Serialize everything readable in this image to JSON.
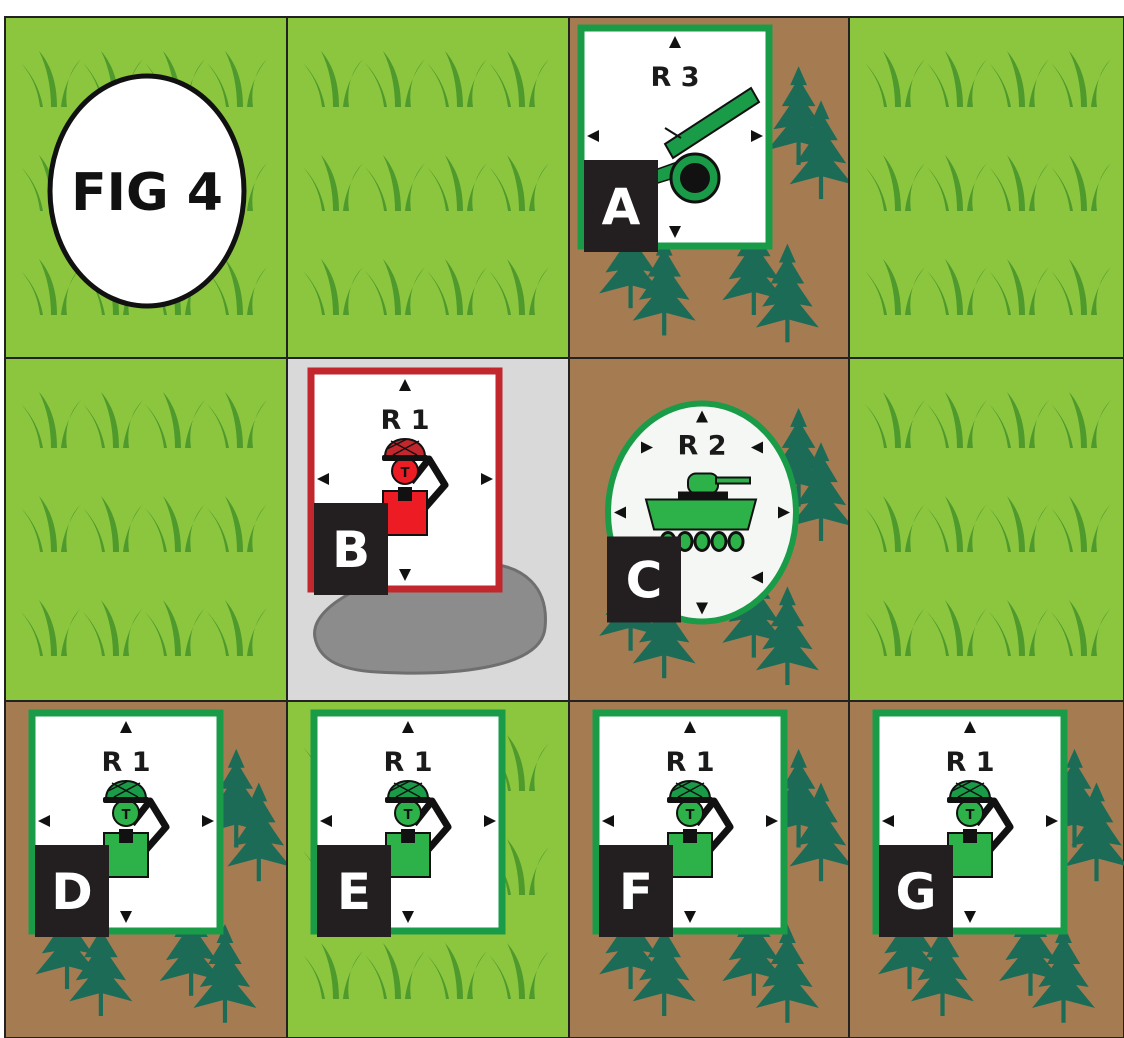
{
  "figure_label": "FIG 4",
  "colors": {
    "grass": "#8cc63f",
    "grass_blade": "#4f9a2c",
    "forest_ground": "#a57c52",
    "rock_tile": "#d9d9d9",
    "rock": "#8c8c8c",
    "player": "#1a9b48",
    "player_light": "#2db24a",
    "enemy": "#c1272d",
    "enemy_light": "#ed1c24",
    "label_box": "#231f20",
    "tree": "#1c6b57"
  },
  "grid": {
    "rows": [
      [
        "grass",
        "grass",
        "forest",
        "grass"
      ],
      [
        "grass",
        "rock",
        "forest",
        "grass"
      ],
      [
        "forest",
        "grass",
        "forest",
        "forest"
      ]
    ]
  },
  "units": [
    {
      "id": "A",
      "label": "A",
      "range_text": "R 3",
      "kind": "artillery",
      "side": "player",
      "row": 0,
      "col": 2
    },
    {
      "id": "B",
      "label": "B",
      "range_text": "R 1",
      "kind": "infantry",
      "side": "enemy",
      "row": 1,
      "col": 1
    },
    {
      "id": "C",
      "label": "C",
      "range_text": "R 2",
      "kind": "tank",
      "side": "player",
      "row": 1,
      "col": 2
    },
    {
      "id": "D",
      "label": "D",
      "range_text": "R 1",
      "kind": "infantry",
      "side": "player",
      "row": 2,
      "col": 0
    },
    {
      "id": "E",
      "label": "E",
      "range_text": "R 1",
      "kind": "infantry",
      "side": "player",
      "row": 2,
      "col": 1
    },
    {
      "id": "F",
      "label": "F",
      "range_text": "R 1",
      "kind": "infantry",
      "side": "player",
      "row": 2,
      "col": 2
    },
    {
      "id": "G",
      "label": "G",
      "range_text": "R 1",
      "kind": "infantry",
      "side": "player",
      "row": 2,
      "col": 3
    }
  ]
}
